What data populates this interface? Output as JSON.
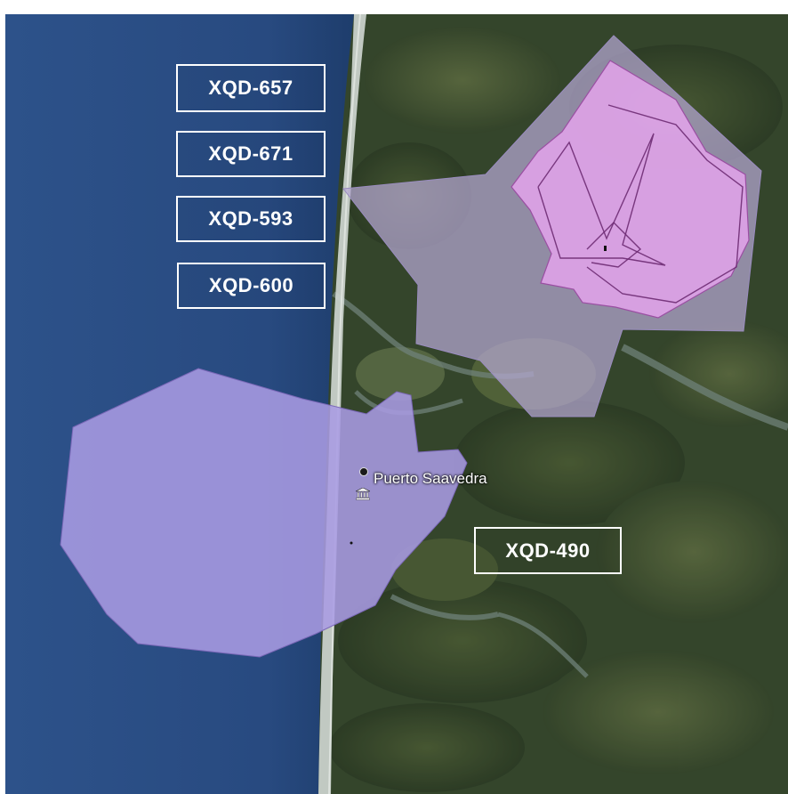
{
  "map": {
    "place": {
      "name": "Puerto Saavedra",
      "icon": "museum-icon"
    },
    "zones": [
      {
        "id": "zone-657",
        "label": "XQD-657"
      },
      {
        "id": "zone-671",
        "label": "XQD-671"
      },
      {
        "id": "zone-593",
        "label": "XQD-593"
      },
      {
        "id": "zone-600",
        "label": "XQD-600"
      },
      {
        "id": "zone-490",
        "label": "XQD-490"
      }
    ]
  },
  "colors": {
    "ocean": "#2a4f85",
    "coast_sand": "#cfd6cf",
    "land_forest": "#2f3d26",
    "polygon_lavender": "#b9a8d9",
    "polygon_pink": "#e5a3ec",
    "polygon_violet": "#a391e6",
    "label_border": "#ffffff"
  }
}
